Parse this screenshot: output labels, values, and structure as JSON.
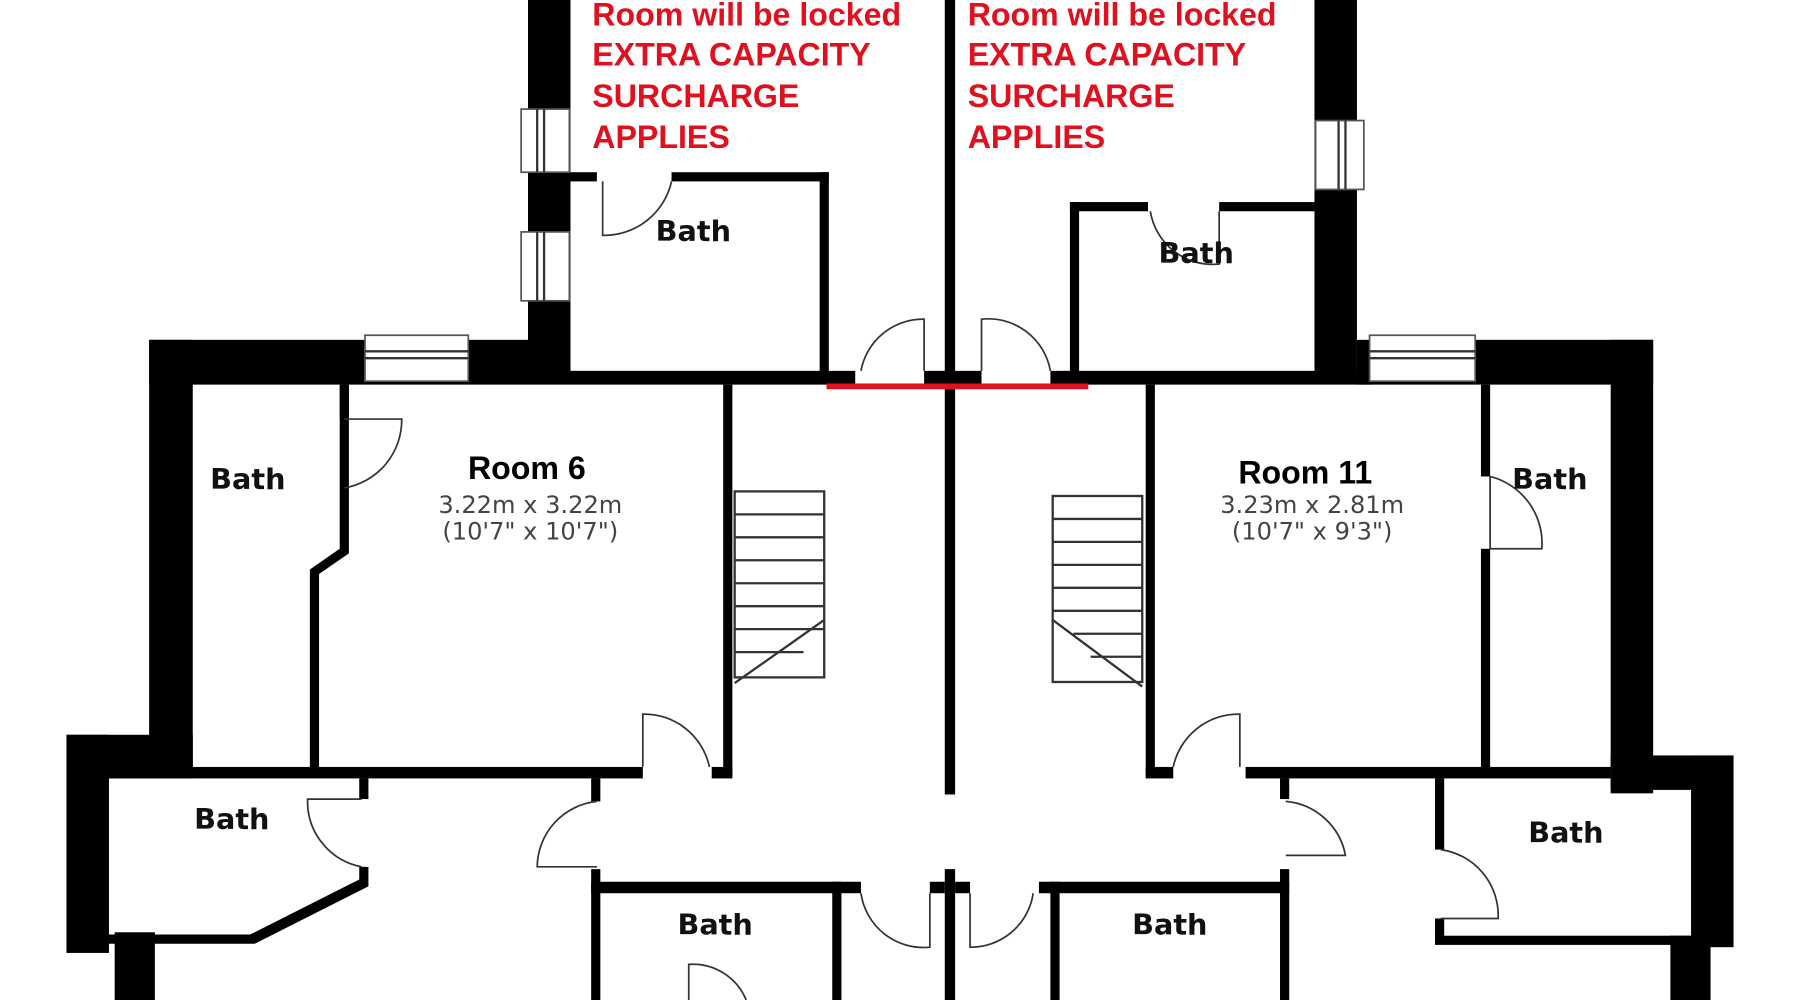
{
  "notices": [
    {
      "lines": [
        "Room will be locked",
        "EXTRA CAPACITY",
        "SURCHARGE",
        "APPLIES"
      ]
    },
    {
      "lines": [
        "Room will be locked",
        "EXTRA CAPACITY",
        "SURCHARGE",
        "APPLIES"
      ]
    }
  ],
  "rooms": [
    {
      "name": "Room 6",
      "size_metric": "3.22m x 3.22m",
      "size_imperial": "(10'7\" x 10'7\")"
    },
    {
      "name": "Room 11",
      "size_metric": "3.23m x 2.81m",
      "size_imperial": "(10'7\" x 9'3\")"
    }
  ],
  "baths": [
    "Bath",
    "Bath",
    "Bath",
    "Bath",
    "Bath",
    "Bath",
    "Bath",
    "Bath"
  ],
  "colors": {
    "notice": "#e0101e",
    "wall": "#000000"
  }
}
